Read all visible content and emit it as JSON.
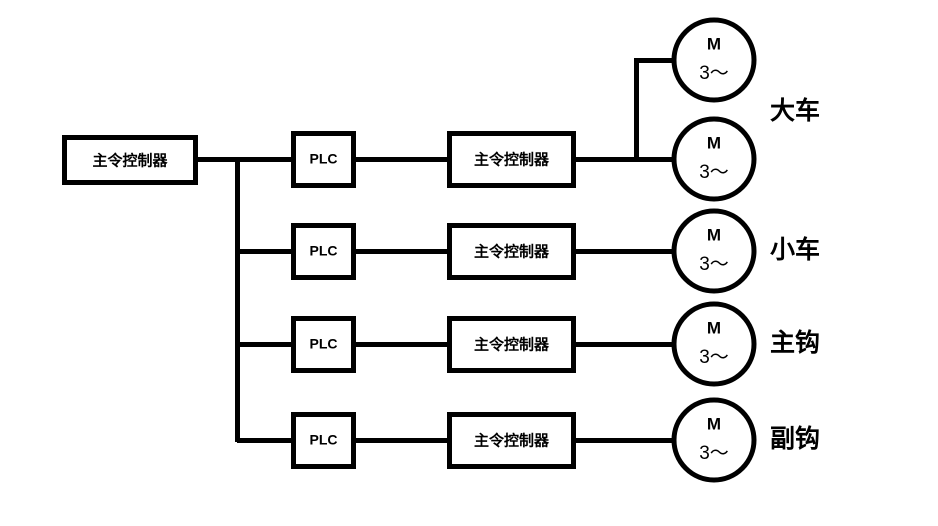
{
  "diagram": {
    "title": "",
    "type": "block-diagram",
    "colors": {
      "line": "#000000",
      "background": "#ffffff",
      "node_fill": "#ffffff"
    },
    "master_controller": {
      "label": "主令控制器"
    },
    "branches": [
      {
        "id": "trolley-long-travel",
        "plc_label": "PLC",
        "controller_label": "主令控制器",
        "side_label": "大车",
        "motors": [
          {
            "symbol": "M",
            "phase": "3～"
          },
          {
            "symbol": "M",
            "phase": "3～"
          }
        ]
      },
      {
        "id": "trolley-cross-travel",
        "plc_label": "PLC",
        "controller_label": "主令控制器",
        "side_label": "小车",
        "motors": [
          {
            "symbol": "M",
            "phase": "3～"
          }
        ]
      },
      {
        "id": "main-hook",
        "plc_label": "PLC",
        "controller_label": "主令控制器",
        "side_label": "主钩",
        "motors": [
          {
            "symbol": "M",
            "phase": "3～"
          }
        ]
      },
      {
        "id": "auxiliary-hook",
        "plc_label": "PLC",
        "controller_label": "主令控制器",
        "side_label": "副钩",
        "motors": [
          {
            "symbol": "M",
            "phase": "3～"
          }
        ]
      }
    ]
  }
}
